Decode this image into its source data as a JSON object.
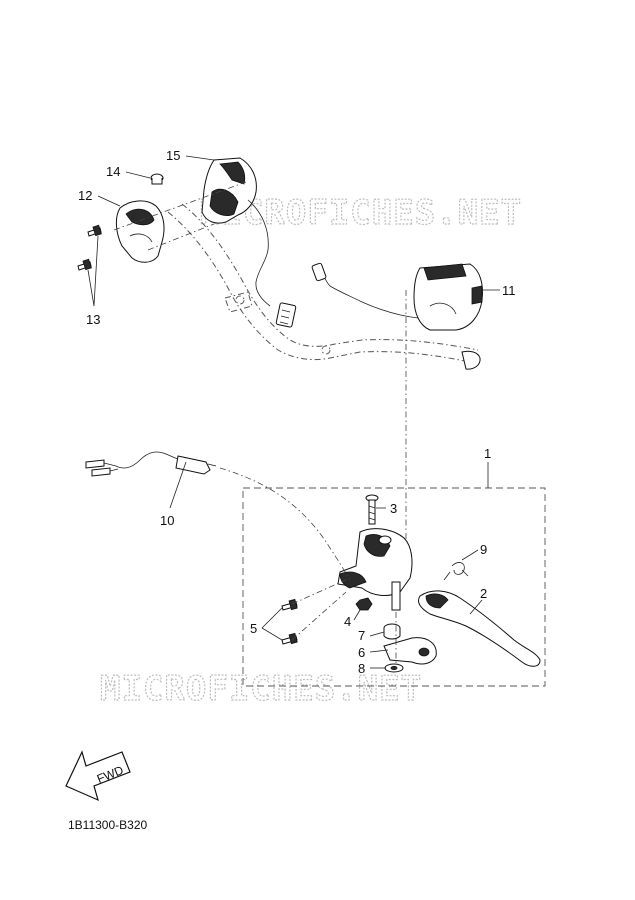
{
  "watermarks": [
    "MICROFICHES.NET",
    "MICROFICHES.NET"
  ],
  "callouts": {
    "c1": "1",
    "c2": "2",
    "c3": "3",
    "c4": "4",
    "c5": "5",
    "c6": "6",
    "c7": "7",
    "c8": "8",
    "c9": "9",
    "c10": "10",
    "c11": "11",
    "c12": "12",
    "c13": "13",
    "c14": "14",
    "c15": "15"
  },
  "fwd_label": "FWD",
  "diagram_code": "1B11300-B320"
}
